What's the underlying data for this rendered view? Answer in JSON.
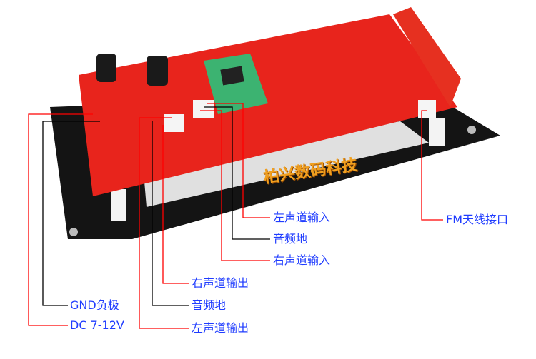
{
  "watermark": "柏兴数码科技",
  "labels": {
    "left_input": "左声道输入",
    "audio_ground_input": "音频地",
    "right_input": "右声道输入",
    "fm_antenna": "FM天线接口",
    "right_output": "右声道输出",
    "audio_ground_output": "音频地",
    "left_output": "左声道输出",
    "gnd": "GND负极",
    "dc": "DC 7-12V"
  },
  "colors": {
    "label": "#1f3cff",
    "red_line": "#ff0000",
    "black_line": "#000000",
    "pcb": "#e8241c",
    "plate": "#111111"
  }
}
